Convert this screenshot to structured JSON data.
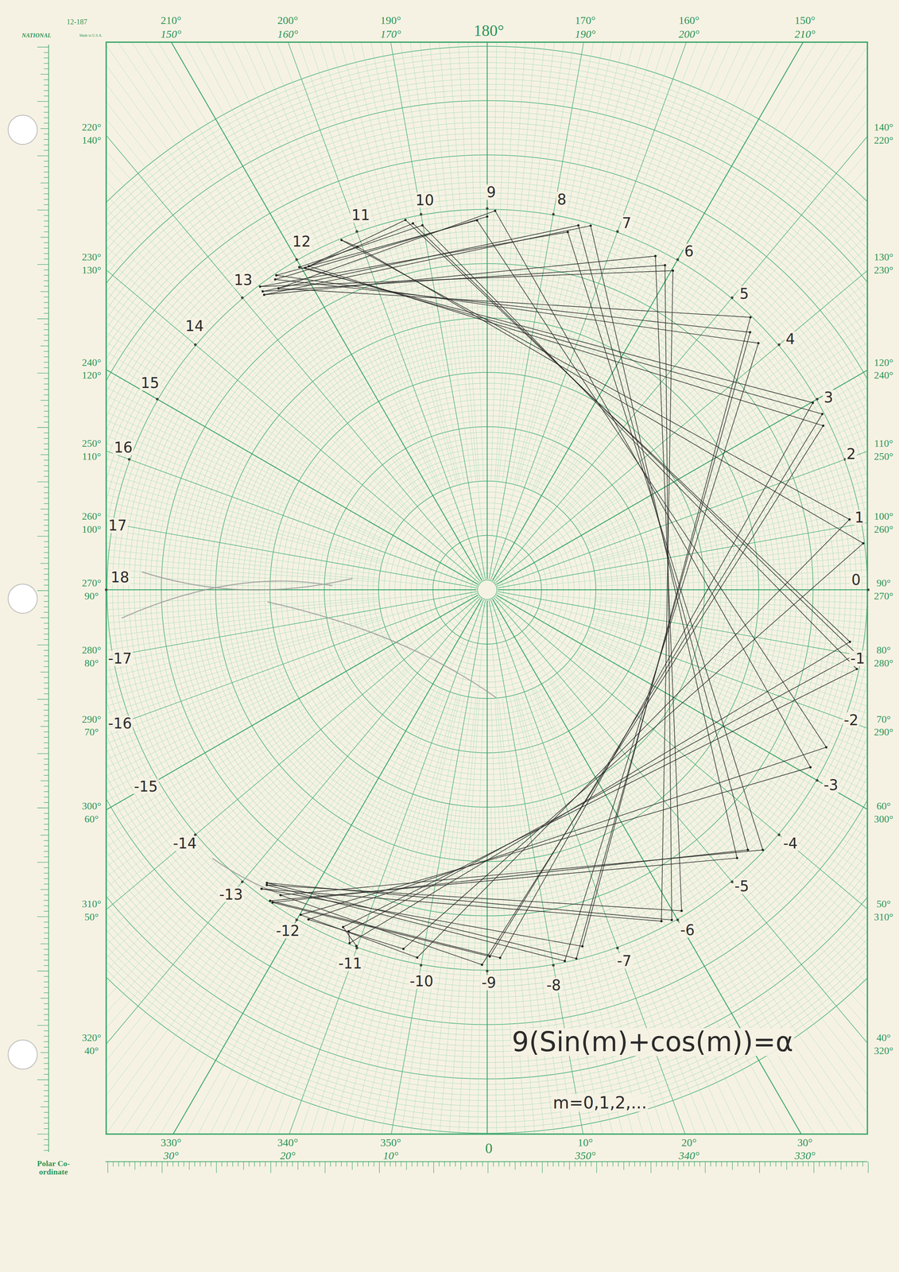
{
  "diagram": {
    "labels": [
      "12-187",
      "NATIONAL",
      "Made in U.S.A.",
      "210°",
      "150°",
      "200°",
      "160°",
      "190°",
      "170°",
      "180°",
      "170°",
      "190°",
      "160°",
      "200°",
      "150°",
      "210°",
      "220°",
      "140°",
      "230°",
      "130°",
      "240°",
      "120°",
      "250°",
      "110°",
      "260°",
      "100°",
      "270°",
      "90°",
      "280°",
      "80°",
      "290°",
      "70°",
      "300°",
      "60°",
      "310°",
      "50°",
      "320°",
      "40°",
      "140°",
      "220°",
      "130°",
      "230°",
      "120°",
      "240°",
      "110°",
      "250°",
      "100°",
      "260°",
      "90°",
      "270°",
      "80°",
      "280°",
      "70°",
      "290°",
      "60°",
      "300°",
      "50°",
      "310°",
      "40°",
      "320°",
      "330°",
      "30°",
      "340°",
      "20°",
      "350°",
      "10°",
      "0",
      "10°",
      "350°",
      "20°",
      "340°",
      "30°",
      "330°",
      "Polar Co-ordinate",
      "1",
      "2",
      "3",
      "4",
      "5",
      "6",
      "7",
      "8",
      "9",
      "10",
      "11",
      "12",
      "13",
      "14",
      "15",
      "16",
      "17",
      "18",
      "0",
      "-1",
      "-2",
      "-3",
      "-4",
      "-5",
      "-6",
      "-7",
      "-8",
      "-9",
      "-10",
      "-11",
      "-12",
      "-13",
      "-14",
      "-15",
      "-16",
      "-17",
      "9(Sin(m)+cos(m))=α",
      "m=0,1,2,..."
    ]
  }
}
